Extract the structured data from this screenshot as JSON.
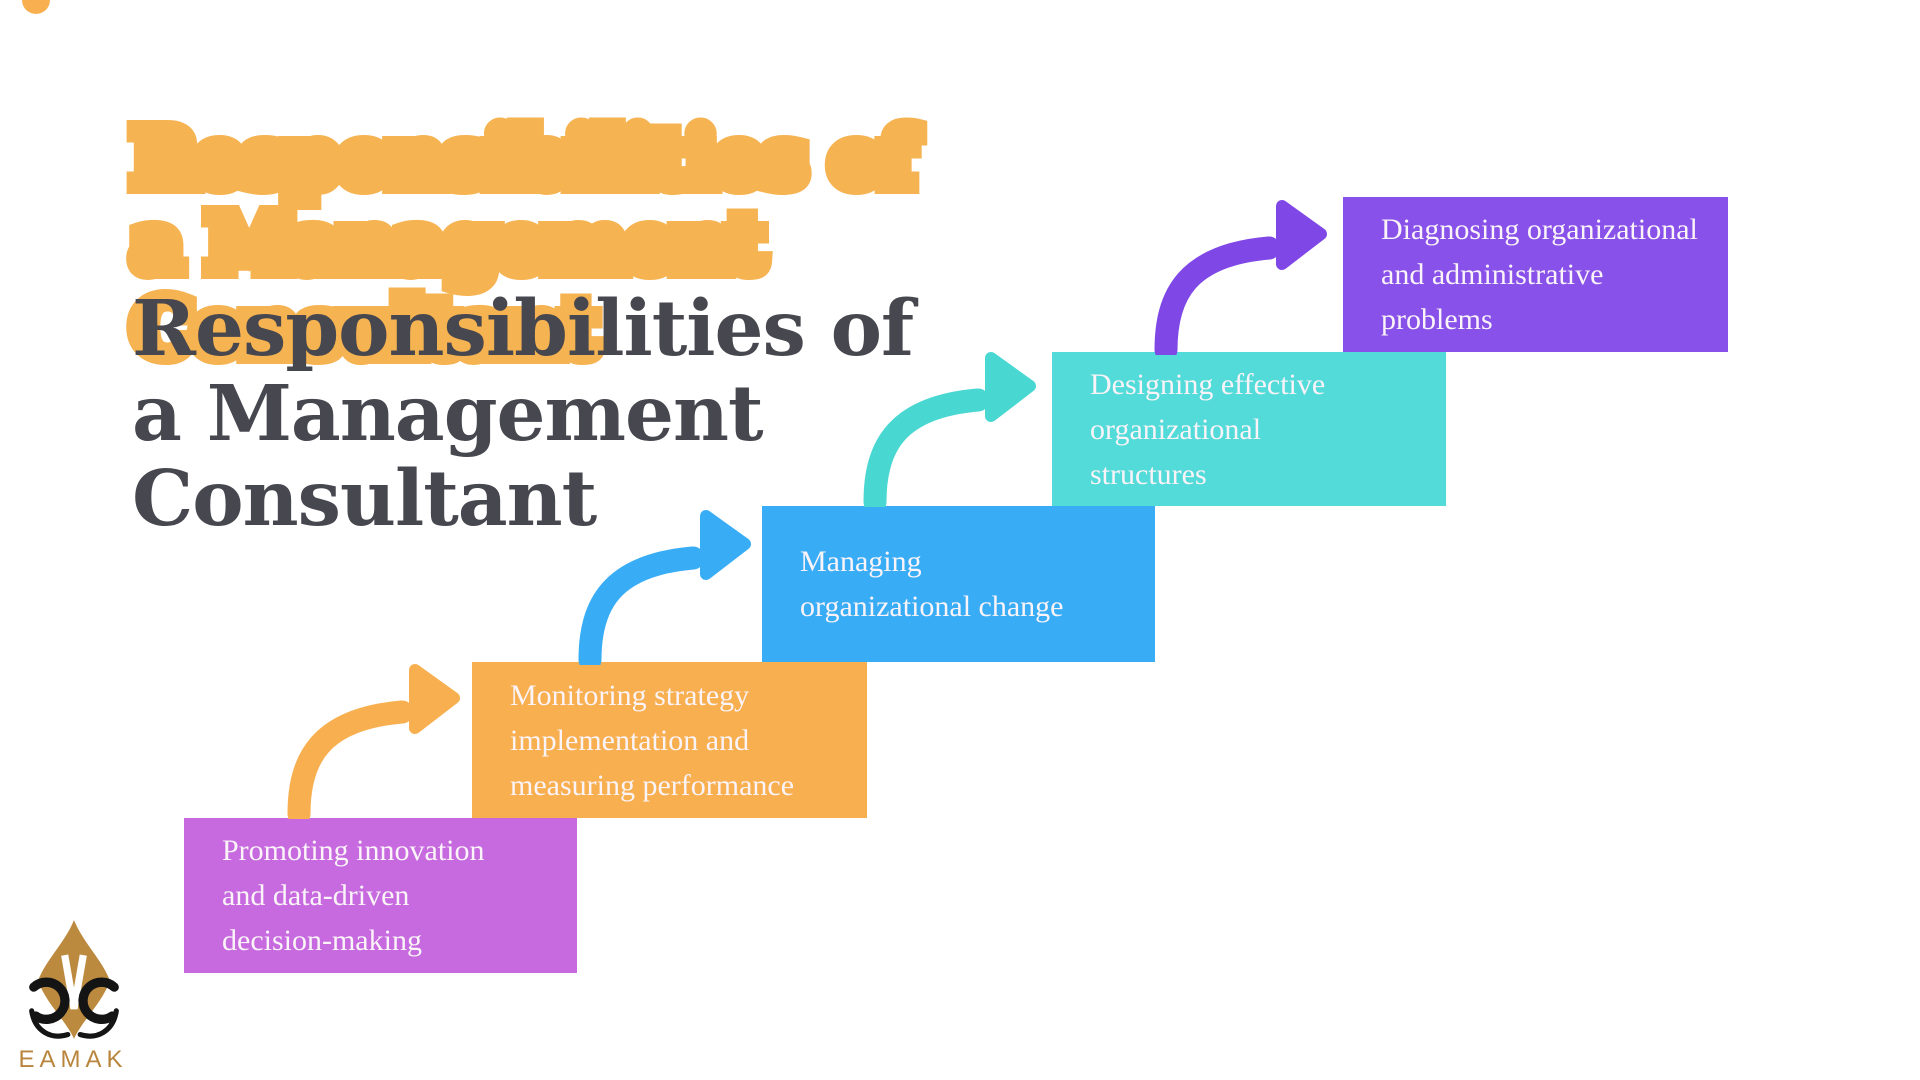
{
  "page": {
    "background_color": "#FFFFFF"
  },
  "header": {
    "title": "Responsibilities of\na Management\nConsultant",
    "title_fill_color": "#47474F",
    "title_outline_color": "#F6B351"
  },
  "steps": [
    {
      "label": "Promoting innovation\nand data-driven\ndecision-making",
      "color": "#C76ADF"
    },
    {
      "label": "Monitoring strategy\nimplementation and\nmeasuring performance",
      "color": "#F8AF4F"
    },
    {
      "label": "Managing\norganizational change",
      "color": "#38ADF6"
    },
    {
      "label": "Designing effective\norganizational\nstructures",
      "color": "#52DBD8"
    },
    {
      "label": "Diagnosing organizational\nand administrative\nproblems",
      "color": "#8851E9"
    }
  ],
  "arrows": [
    {
      "name": "curved-arrow-1",
      "color": "#F8AF4F"
    },
    {
      "name": "curved-arrow-2",
      "color": "#38ADF6"
    },
    {
      "name": "curved-arrow-3",
      "color": "#49D7D2"
    },
    {
      "name": "curved-arrow-4",
      "color": "#7F48E6"
    }
  ],
  "accent_dot_color": "#F8AF4F",
  "logo": {
    "brand": "EAMAK",
    "gold_color": "#BC8A3F",
    "black_color": "#141414",
    "text_color": "#B9853C",
    "notch_color": "#FFFFFF"
  }
}
